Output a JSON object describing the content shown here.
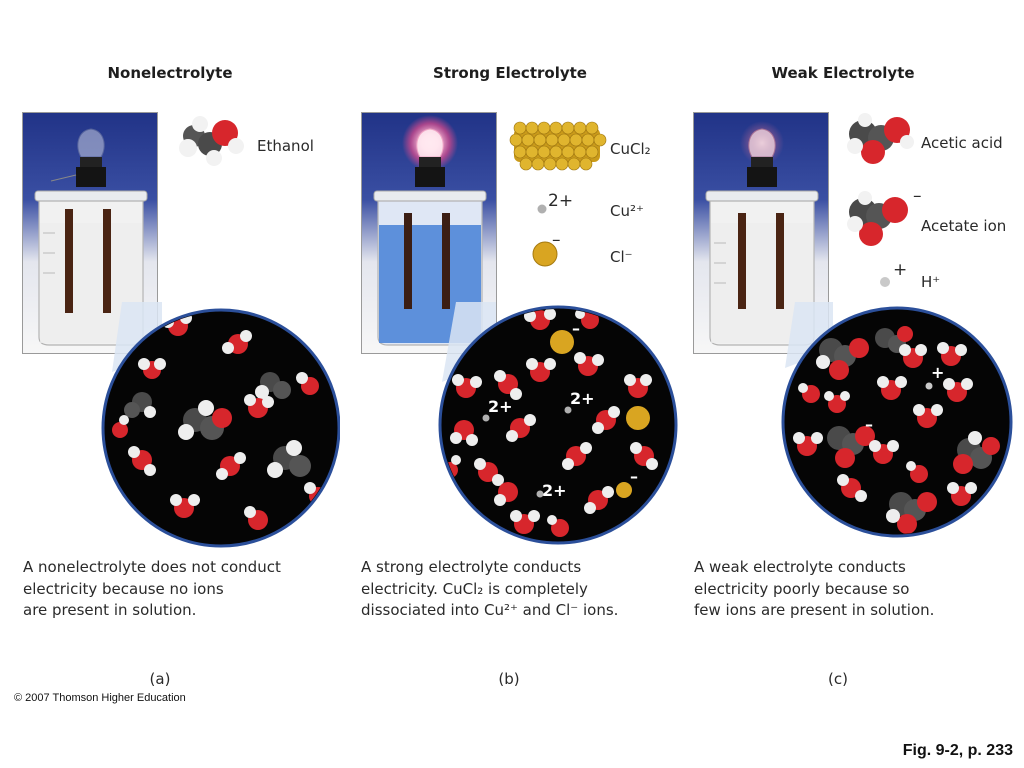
{
  "panels": [
    {
      "title": "Nonelectrolyte",
      "legend": [
        {
          "icon": "ethanol-molecule-icon",
          "label": "Ethanol"
        }
      ],
      "caption": [
        "A nonelectrolyte does not conduct",
        "electricity because no ions",
        "are present in solution."
      ],
      "sub_label": "(a)",
      "bulb_lit": false,
      "solution_color": "#eeeeee"
    },
    {
      "title": "Strong Electrolyte",
      "legend": [
        {
          "icon": "cucl2-crystal-icon",
          "label": "CuCl₂"
        },
        {
          "icon": "copper-ion-icon",
          "charge": "2+",
          "label": "Cu²⁺"
        },
        {
          "icon": "chloride-ion-icon",
          "charge": "–",
          "label": "Cl⁻"
        }
      ],
      "zoom_charges": [
        "2+",
        "2+",
        "2+",
        "–",
        "–"
      ],
      "caption": [
        "A strong electrolyte conducts",
        "electricity.  CuCl₂ is completely",
        "dissociated into Cu²⁺ and Cl⁻ ions."
      ],
      "sub_label": "(b)",
      "bulb_lit": true,
      "solution_color": "#4f86d8"
    },
    {
      "title": "Weak Electrolyte",
      "legend": [
        {
          "icon": "acetic-acid-molecule-icon",
          "label": "Acetic acid"
        },
        {
          "icon": "acetate-ion-icon",
          "charge": "–",
          "label": "Acetate ion"
        },
        {
          "icon": "hydrogen-ion-icon",
          "charge": "+",
          "label": "H⁺"
        }
      ],
      "zoom_charges": [
        "+",
        "–"
      ],
      "caption": [
        "A weak electrolyte conducts",
        "electricity poorly because so",
        "few ions are present in solution."
      ],
      "sub_label": "(c)",
      "bulb_lit": true,
      "bulb_dim": true,
      "solution_color": "#eeeeee"
    }
  ],
  "colors": {
    "oxygen": "#d7262c",
    "hydrogen": "#f0f0f0",
    "carbon": "#4a4a4a",
    "copper_ion": "#b0b0b0",
    "chloride_ion": "#d9a521",
    "electrode": "#4a2413",
    "backdrop_top": "#213387"
  },
  "copyright": "© 2007 Thomson Higher Education",
  "fig_ref": "Fig. 9-2, p. 233"
}
